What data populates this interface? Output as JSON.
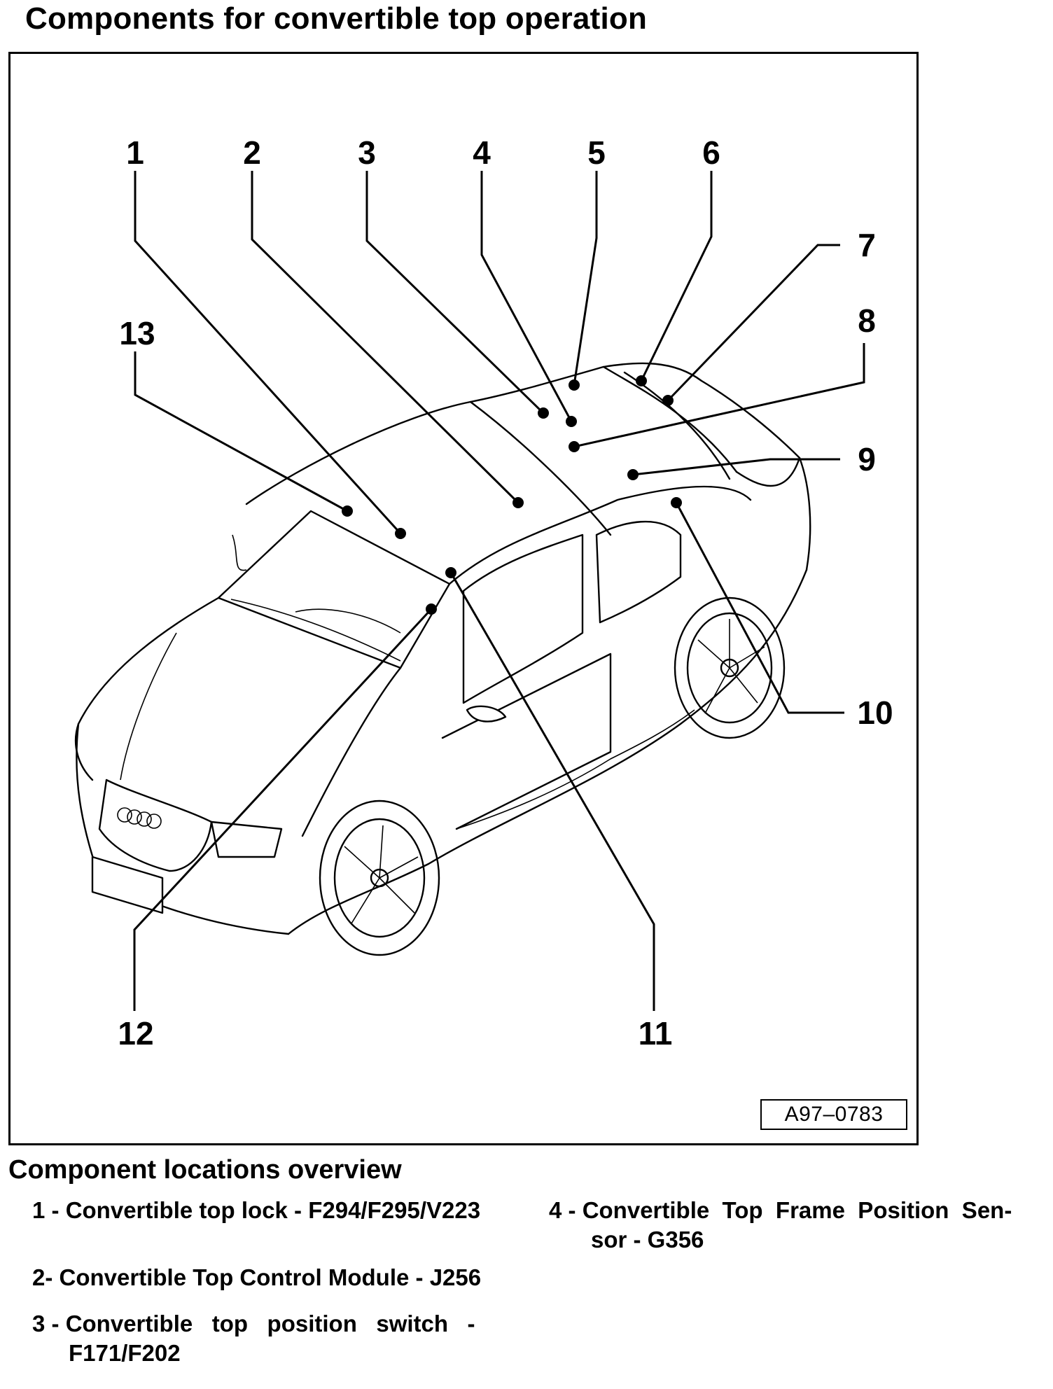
{
  "page": {
    "title": "Components for convertible top operation",
    "subtitle": "Component locations overview",
    "figure_ref": "A97–0783"
  },
  "callouts": [
    "1",
    "2",
    "3",
    "4",
    "5",
    "6",
    "7",
    "8",
    "9",
    "10",
    "11",
    "12",
    "13"
  ],
  "legend": [
    {
      "number": "1 -",
      "text": "Convertible top lock - F294/F295/V223"
    },
    {
      "number": "2-",
      "text": "Convertible Top Control Module - J256"
    },
    {
      "number": "3 -",
      "text": "Convertible   top   position   switch   -",
      "text2": "F171/F202"
    },
    {
      "number": "4 -",
      "text": "Convertible  Top  Frame  Position  Sen-",
      "text2": "sor - G356"
    }
  ]
}
